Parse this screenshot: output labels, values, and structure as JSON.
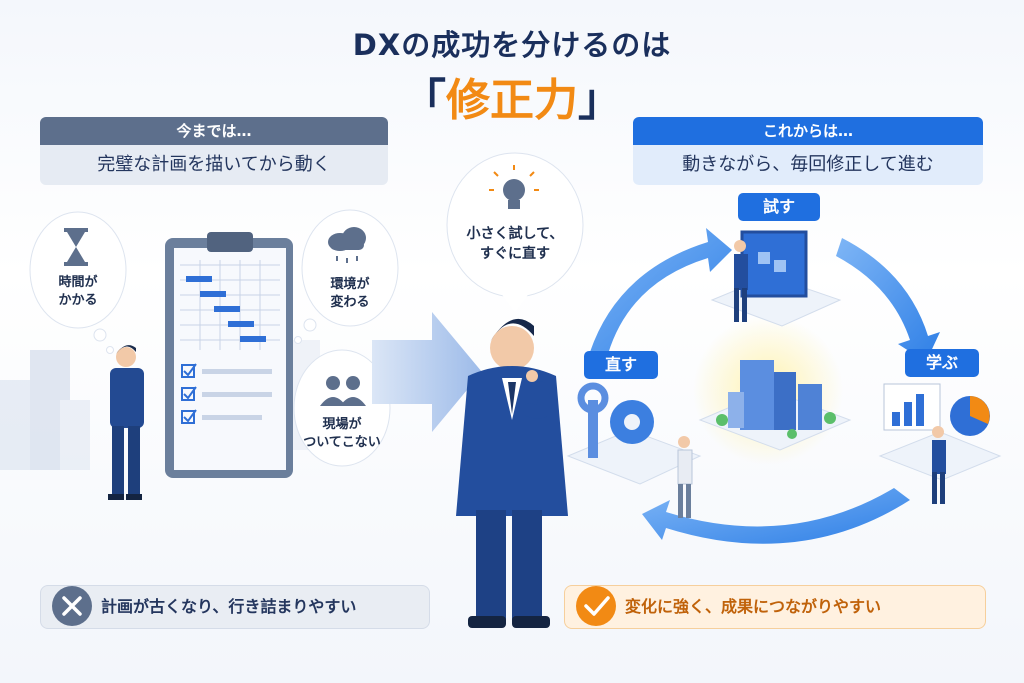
{
  "title": "DXの成功を分けるのは",
  "subtitle": {
    "open": "「",
    "main": "修正力",
    "close": "」"
  },
  "left": {
    "header": "今までは…",
    "subheader": "完璧な計画を描いてから動く",
    "bubbles": [
      {
        "icon": "hourglass-icon",
        "line1": "時間が",
        "line2": "かかる"
      },
      {
        "icon": "rain-cloud-icon",
        "line1": "環境が",
        "line2": "変わる"
      },
      {
        "icon": "people-icon",
        "line1": "現場が",
        "line2": "ついてこない"
      }
    ],
    "result": "計画が古くなり、行き詰まりやすい"
  },
  "center": {
    "bubble_line1": "小さく試して、",
    "bubble_line2": "すぐに直す"
  },
  "right": {
    "header": "これからは…",
    "subheader": "動きながら、毎回修正して進む",
    "cycle": [
      "試す",
      "学ぶ",
      "直す"
    ],
    "result": "変化に強く、成果につながりやすい"
  },
  "colors": {
    "navy": "#1a2f5c",
    "orange": "#f28a14",
    "left_header": "#5d6f8c",
    "right_header": "#1f6fe0",
    "arrow_blue": "#3d8ff0"
  }
}
